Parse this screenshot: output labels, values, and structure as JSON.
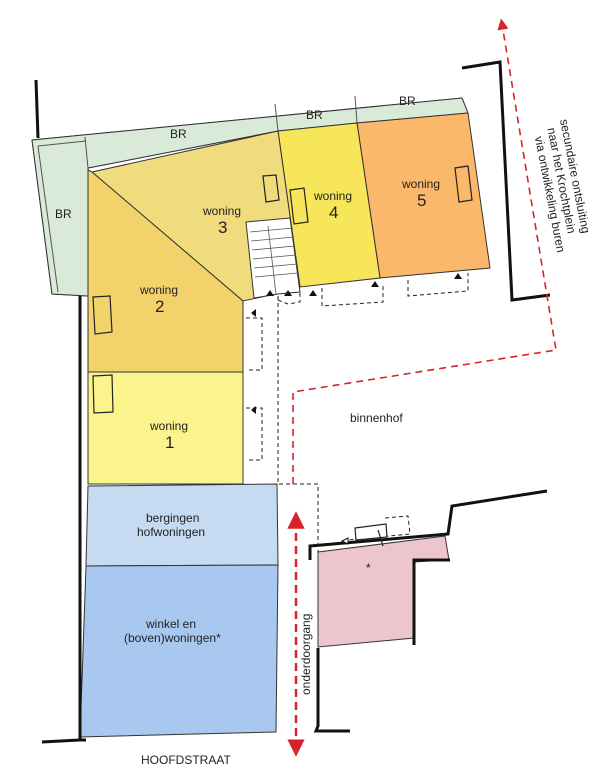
{
  "labels": {
    "br_left": "BR",
    "br_top": "BR",
    "br_mid": "BR",
    "br_right": "BR",
    "woning": "woning",
    "woning2_num": "2",
    "woning3_num": "3",
    "woning4_num": "4",
    "woning5_num": "5",
    "woning1_num": "1",
    "binnenhof": "binnenhof",
    "bergingen_l1": "bergingen",
    "bergingen_l2": "hofwoningen",
    "winkel_l1": "winkel en",
    "winkel_l2": "(boven)woningen*",
    "hoofdstraat": "HOOFDSTRAAT",
    "onderdoorgang": "onderdoorgang",
    "asterisk": "*",
    "secundaire_l1": "secundaire ontsluiting",
    "secundaire_l2": "naar het Krochtplein",
    "secundaire_l3": "via ontwikkeling buren"
  },
  "colors": {
    "br": "#d9ead8",
    "woning1": "#fbf48c",
    "woning2": "#f2d26a",
    "woning3": "#f0dc7c",
    "woning4": "#f7e55a",
    "woning5": "#fbb86a",
    "bergingen": "#c6dbf1",
    "winkel": "#a8c8ef",
    "pink": "#ecc6cc",
    "route": "#d8232a"
  }
}
